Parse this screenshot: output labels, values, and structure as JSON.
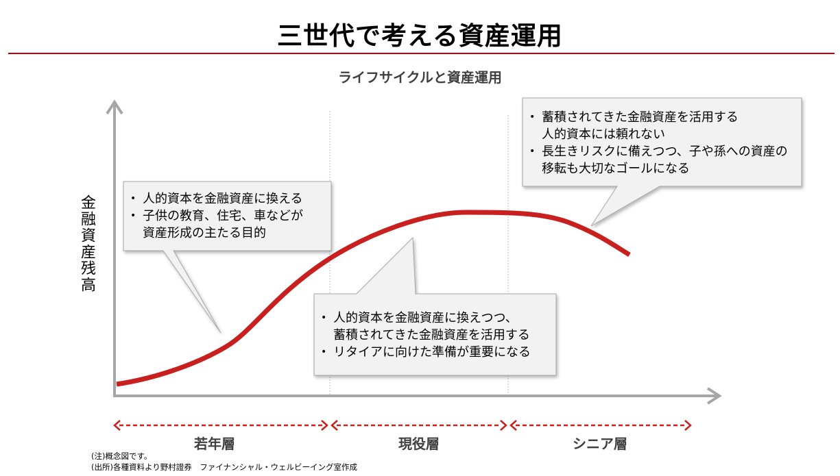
{
  "header": {
    "title": "三世代で考える資産運用",
    "subtitle": "ライフサイクルと資産運用"
  },
  "axes": {
    "y_label": "金融資産残高"
  },
  "callouts": {
    "young": {
      "items": [
        "人的資本を金融資産に換える",
        "子供の教育、住宅、車などが\n資産形成の主たる目的"
      ]
    },
    "working": {
      "items": [
        "人的資本を金融資産に換えつつ、\n蓄積されてきた金融資産を活用する",
        "リタイアに向けた準備が重要になる"
      ]
    },
    "senior": {
      "items": [
        "蓄積されてきた金融資産を活用する\n人的資本には頼れない",
        "長生きリスクに備えつつ、子や孫への資産の\n移転も大切なゴールになる"
      ]
    }
  },
  "phases": [
    {
      "label": "若年層"
    },
    {
      "label": "現役層"
    },
    {
      "label": "シニア層"
    }
  ],
  "notes": {
    "note": "(注)概念図です。",
    "source": "(出所)各種資料より野村證券　ファイナンシャル・ウェルビーイング室作成"
  },
  "colors": {
    "curve": "#c8201f",
    "axis": "#a6a6a6",
    "rule": "#c00000",
    "callout_fill": "#f2f2f2",
    "callout_border": "#a6a6a6",
    "phase_arrow": "#c8201f"
  }
}
